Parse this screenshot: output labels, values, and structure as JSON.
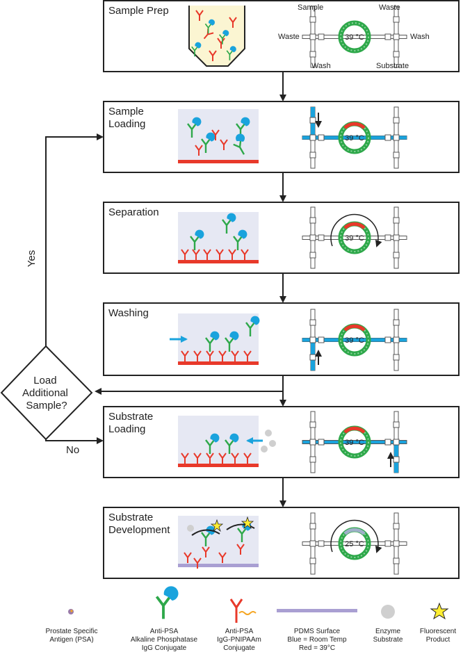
{
  "colors": {
    "border": "#222222",
    "panel": "#e6e8f3",
    "red": "#e8392a",
    "green": "#2ea84a",
    "blue": "#1aa3dd",
    "teal": "#1b5c8a",
    "gray_bead": "#cfcfcf",
    "purple": "#a99fd2",
    "yellow": "#ffee33",
    "orange": "#f5a623",
    "psa": "#9a7ba8",
    "tube_fill": "#fbf5d2"
  },
  "steps": [
    {
      "title_lines": [
        "Sample Prep"
      ],
      "temperature": "39 °C"
    },
    {
      "title_lines": [
        "Sample",
        "Loading"
      ],
      "temperature": "39 °C"
    },
    {
      "title_lines": [
        "Separation"
      ],
      "temperature": "39 °C"
    },
    {
      "title_lines": [
        "Washing"
      ],
      "temperature": "39 °C"
    },
    {
      "title_lines": [
        "Substrate",
        "Loading"
      ],
      "temperature": "39 °C"
    },
    {
      "title_lines": [
        "Substrate",
        "Development"
      ],
      "temperature": "25 °C"
    }
  ],
  "ports": {
    "sample": "Sample",
    "waste_top": "Waste",
    "waste_left": "Waste",
    "wash_right": "Wash",
    "wash_bottom": "Wash",
    "substrate": "Substrate"
  },
  "decision": {
    "line1": "Load",
    "line2": "Additional",
    "line3": "Sample?",
    "yes": "Yes",
    "no": "No"
  },
  "legend": [
    {
      "icon": "psa-icon",
      "lines": [
        "Prostate Specific",
        "Antigen (PSA)"
      ]
    },
    {
      "icon": "anti-psa-alkaline-phosphatase-icon",
      "lines": [
        "Anti-PSA",
        "Alkaline Phosphatase",
        "IgG Conjugate"
      ]
    },
    {
      "icon": "anti-psa-pnipaam-icon",
      "lines": [
        "Anti-PSA",
        "IgG-PNIPAAm",
        "Conjugate"
      ]
    },
    {
      "icon": "pdms-surface-icon",
      "lines": [
        "PDMS Surface",
        "Blue = Room Temp",
        "Red = 39°C"
      ]
    },
    {
      "icon": "enzyme-substrate-icon",
      "lines": [
        "Enzyme",
        "Substrate"
      ]
    },
    {
      "icon": "fluorescent-product-icon",
      "lines": [
        "Fluorescent",
        "Product"
      ]
    }
  ]
}
